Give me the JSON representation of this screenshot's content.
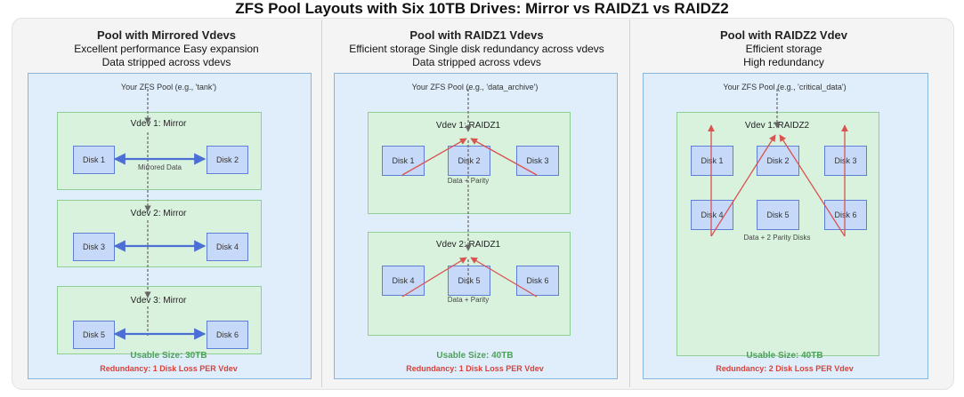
{
  "title": "ZFS Pool Layouts with Six 10TB Drives: Mirror vs RAIDZ1 vs RAIDZ2",
  "colors": {
    "pool_fill": "#e0eefb",
    "vdev_fill": "#d9f2dd",
    "disk_fill": "#c7d9f8",
    "mirror_arrow": "#4c6fd6",
    "parity_arrow": "#d9534f",
    "usable_text": "#4fa05c",
    "redundancy_text": "#d9413a"
  },
  "mirror": {
    "title": "Pool with Mirrored Vdevs",
    "desc": "Excellent performance Easy expansion\nData stripped across vdevs",
    "pool_label": "Your ZFS Pool (e.g., 'tank')",
    "vdevs": [
      {
        "label": "Vdev 1: Mirror",
        "disks": [
          "Disk 1",
          "Disk 2"
        ],
        "sub": "Mirrored Data"
      },
      {
        "label": "Vdev 2: Mirror",
        "disks": [
          "Disk 3",
          "Disk 4"
        ]
      },
      {
        "label": "Vdev 3: Mirror",
        "disks": [
          "Disk 5",
          "Disk 6"
        ]
      }
    ],
    "usable": "Usable Size: 30TB",
    "redundancy": "Redundancy: 1 Disk Loss PER Vdev"
  },
  "raidz1": {
    "title": "Pool with RAIDZ1 Vdevs",
    "desc": "Efficient storage  Single disk redundancy across vdevs\nData stripped across vdevs",
    "pool_label": "Your ZFS Pool (e.g., 'data_archive')",
    "vdevs": [
      {
        "label": "Vdev 1: RAIDZ1",
        "disks": [
          "Disk 1",
          "Disk 2",
          "Disk 3"
        ],
        "sub": "Data + Parity"
      },
      {
        "label": "Vdev 2: RAIDZ1",
        "disks": [
          "Disk 4",
          "Disk 5",
          "Disk 6"
        ],
        "sub": "Data + Parity"
      }
    ],
    "usable": "Usable Size: 40TB",
    "redundancy": "Redundancy: 1 Disk Loss PER Vdev"
  },
  "raidz2": {
    "title": "Pool with RAIDZ2 Vdev",
    "desc": "Efficient storage\nHigh redundancy",
    "pool_label": "Your ZFS Pool (e.g., 'critical_data')",
    "vdevs": [
      {
        "label": "Vdev 1: RAIDZ2",
        "disks": [
          "Disk 1",
          "Disk 2",
          "Disk 3",
          "Disk 4",
          "Disk 5",
          "Disk 6"
        ],
        "sub": "Data + 2 Parity Disks"
      }
    ],
    "usable": "Usable Size: 40TB",
    "redundancy": "Redundancy: 2 Disk Loss PER Vdev"
  }
}
